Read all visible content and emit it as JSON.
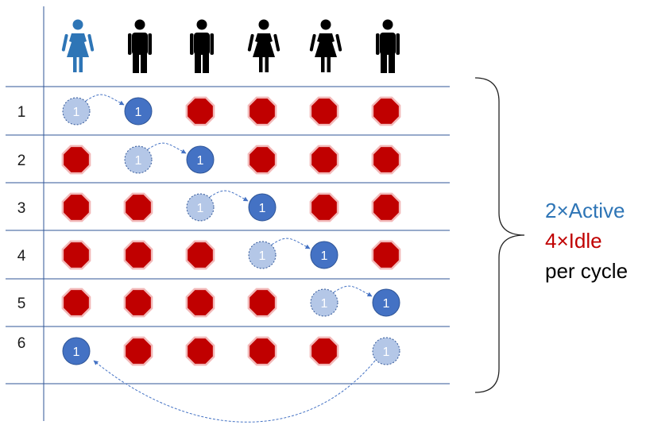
{
  "colors": {
    "active": "#4472c4",
    "active_faded": "#b4c7e7",
    "idle": "#c00000",
    "idle_border": "#f2b8b8",
    "highlight_person": "#2e75b6",
    "person": "#000000",
    "grid": "#2f5597",
    "summary_active": "#2e75b6",
    "summary_idle": "#c00000",
    "summary_text": "#000000"
  },
  "people": [
    {
      "icon": "female-person-icon",
      "highlighted": true
    },
    {
      "icon": "male-person-icon",
      "highlighted": false
    },
    {
      "icon": "male-person-icon",
      "highlighted": false
    },
    {
      "icon": "female-person-icon",
      "highlighted": false
    },
    {
      "icon": "female-person-icon",
      "highlighted": false
    },
    {
      "icon": "male-person-icon",
      "highlighted": false
    }
  ],
  "rows": [
    {
      "label": "1",
      "cells": [
        "faded",
        "active",
        "idle",
        "idle",
        "idle",
        "idle"
      ]
    },
    {
      "label": "2",
      "cells": [
        "idle",
        "faded",
        "active",
        "idle",
        "idle",
        "idle"
      ]
    },
    {
      "label": "3",
      "cells": [
        "idle",
        "idle",
        "faded",
        "active",
        "idle",
        "idle"
      ]
    },
    {
      "label": "4",
      "cells": [
        "idle",
        "idle",
        "idle",
        "faded",
        "active",
        "idle"
      ]
    },
    {
      "label": "5",
      "cells": [
        "idle",
        "idle",
        "idle",
        "idle",
        "faded",
        "active"
      ]
    },
    {
      "label": "6",
      "cells": [
        "active",
        "idle",
        "idle",
        "idle",
        "idle",
        "faded"
      ]
    }
  ],
  "token_label": "1",
  "summary": {
    "active": "2×Active",
    "idle": "4×Idle",
    "tail": "per cycle"
  }
}
